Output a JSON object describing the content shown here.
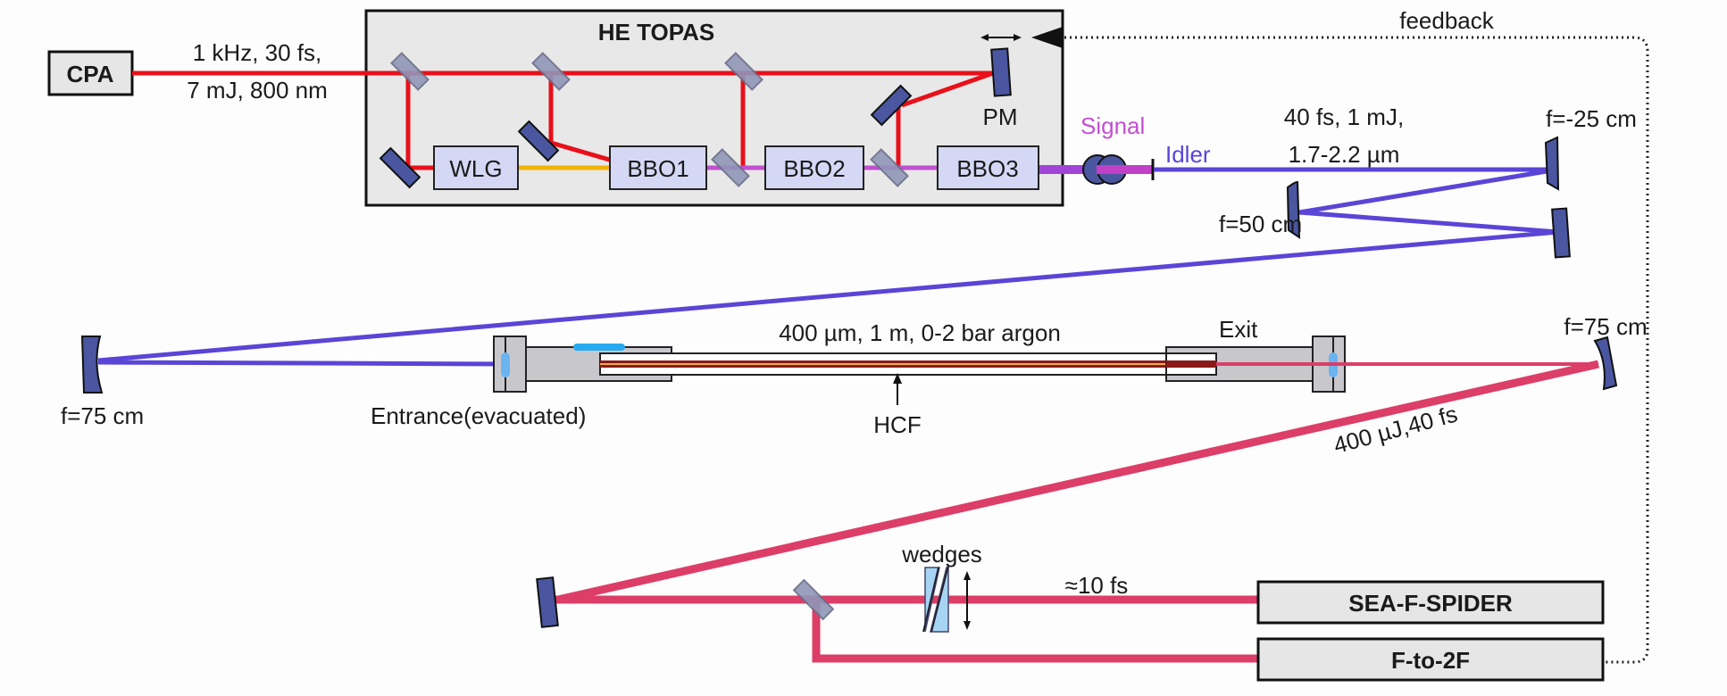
{
  "title": "Hollow-core fiber pulse compression setup",
  "colors": {
    "pump": "#e8101a",
    "wlg_seed": "#f0b400",
    "signal": "#c050d0",
    "idler": "#5a45d6",
    "compressed": "#dc3e68",
    "mirror": "#4a56a0",
    "window": "#6ab4f0"
  },
  "source": {
    "name": "CPA",
    "params_line1": "1 kHz, 30 fs,",
    "params_line2": "7 mJ, 800 nm"
  },
  "topas": {
    "title": "HE TOPAS",
    "components": [
      "WLG",
      "BBO1",
      "BBO2",
      "BBO3"
    ],
    "pm_label": "PM"
  },
  "output": {
    "signal_label": "Signal",
    "idler_label": "Idler",
    "params_line1": "40 fs, 1 mJ,",
    "params_line2": "1.7-2.2 µm"
  },
  "optics": {
    "f_minus25": "f=-25 cm",
    "f_50": "f=50 cm",
    "f_75_left": "f=75 cm",
    "f_75_right": "f=75 cm"
  },
  "hcf": {
    "spec": "400 µm, 1 m, 0-2 bar argon",
    "label": "HCF",
    "entrance": "Entrance(evacuated)",
    "exit": "Exit",
    "output_params": "400 µJ,40 fs"
  },
  "compression": {
    "wedges": "wedges",
    "pulse": "≈10 fs"
  },
  "diagnostics": {
    "spider": "SEA-F-SPIDER",
    "f2f": "F-to-2F",
    "feedback": "feedback"
  }
}
